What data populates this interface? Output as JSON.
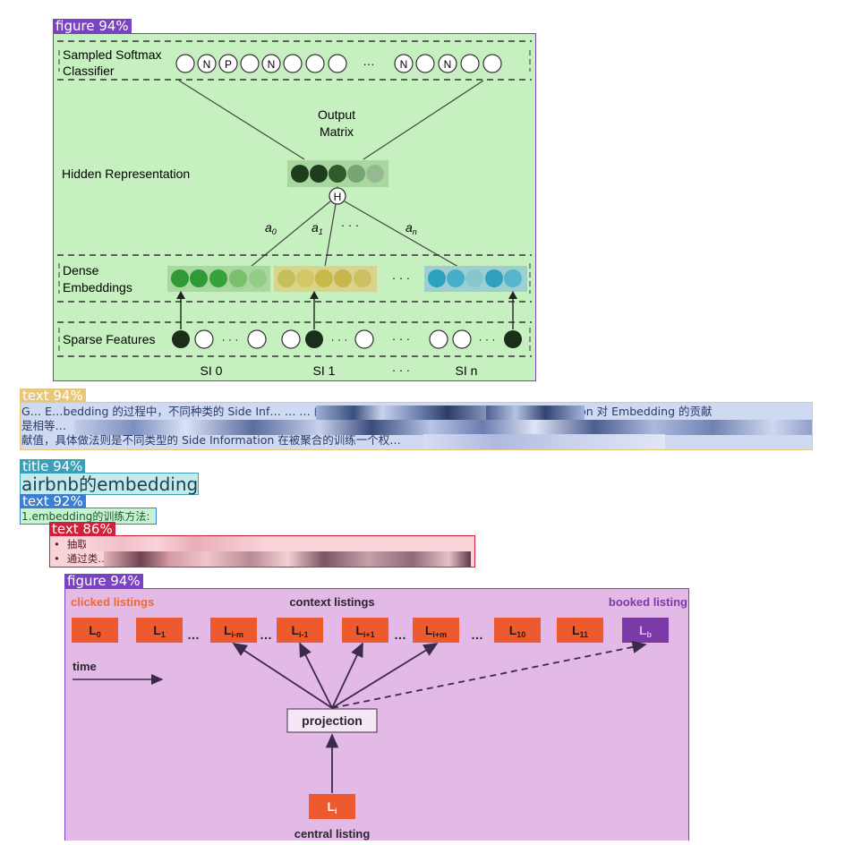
{
  "labels": {
    "fig1": "figure 94%",
    "text1": "text 94%",
    "title1": "title 94%",
    "text2": "text 92%",
    "text3": "text 86%",
    "fig2": "figure 94%"
  },
  "colors": {
    "figure": "#7a43c2",
    "text": "#e8c67a",
    "title": "#3b9fb7",
    "text_sub": "#3b7fd1",
    "text_bullet": "#d0213b"
  },
  "figure1": {
    "sampled_softmax_1": "Sampled Softmax",
    "sampled_softmax_2": "Classifier",
    "softmax_nodes": [
      "",
      "N",
      "P",
      "",
      "N",
      "",
      "",
      "",
      "···",
      "N",
      "",
      "N",
      "",
      ""
    ],
    "output_matrix_1": "Output",
    "output_matrix_2": "Matrix",
    "hidden_representation": "Hidden Representation",
    "h_node": "H",
    "a0": "a",
    "a0_sub": "0",
    "a1": "a",
    "a1_sub": "1",
    "an": "a",
    "an_sub": "n",
    "a_dots": "· · ·",
    "dense_1": "Dense",
    "dense_2": "Embeddings",
    "dense_dots": "· · ·",
    "sparse": "Sparse Features",
    "sparse_dots": "· · ·",
    "si0": "SI 0",
    "si1": "SI 1",
    "si_dots": "· · ·",
    "sin": "SI n"
  },
  "text1": {
    "line1": "G… E…bedding 的过程中，不同种类的 Side Inf… … … 的聚合采用 average … … 同种类的 Side Information 对 Embedding 的贡献",
    "line2": "是相等…",
    "line3": "献值，具体做法则是不同类型的 Side Information 在被聚合的训练一个权…"
  },
  "title1": {
    "text": "airbnb的embedding"
  },
  "text2": {
    "text": "1.embedding的训练方法:"
  },
  "text3": {
    "bullets": [
      "抽取… … …列",
      "通过类…"
    ]
  },
  "figure2": {
    "clicked": "clicked listings",
    "context": "context listings",
    "booked": "booked listing",
    "time": "time",
    "projection": "projection",
    "central": "central listing",
    "nodes": [
      {
        "main": "L",
        "sub": "0"
      },
      {
        "main": "L",
        "sub": "1"
      },
      {
        "main": "L",
        "sub": "i-m"
      },
      {
        "main": "L",
        "sub": "i-1"
      },
      {
        "main": "L",
        "sub": "i+1"
      },
      {
        "main": "L",
        "sub": "i+m"
      },
      {
        "main": "L",
        "sub": "10"
      },
      {
        "main": "L",
        "sub": "11"
      },
      {
        "main": "L",
        "sub": "b"
      }
    ],
    "ellipsis": "…",
    "center_node": {
      "main": "L",
      "sub": "i"
    }
  }
}
